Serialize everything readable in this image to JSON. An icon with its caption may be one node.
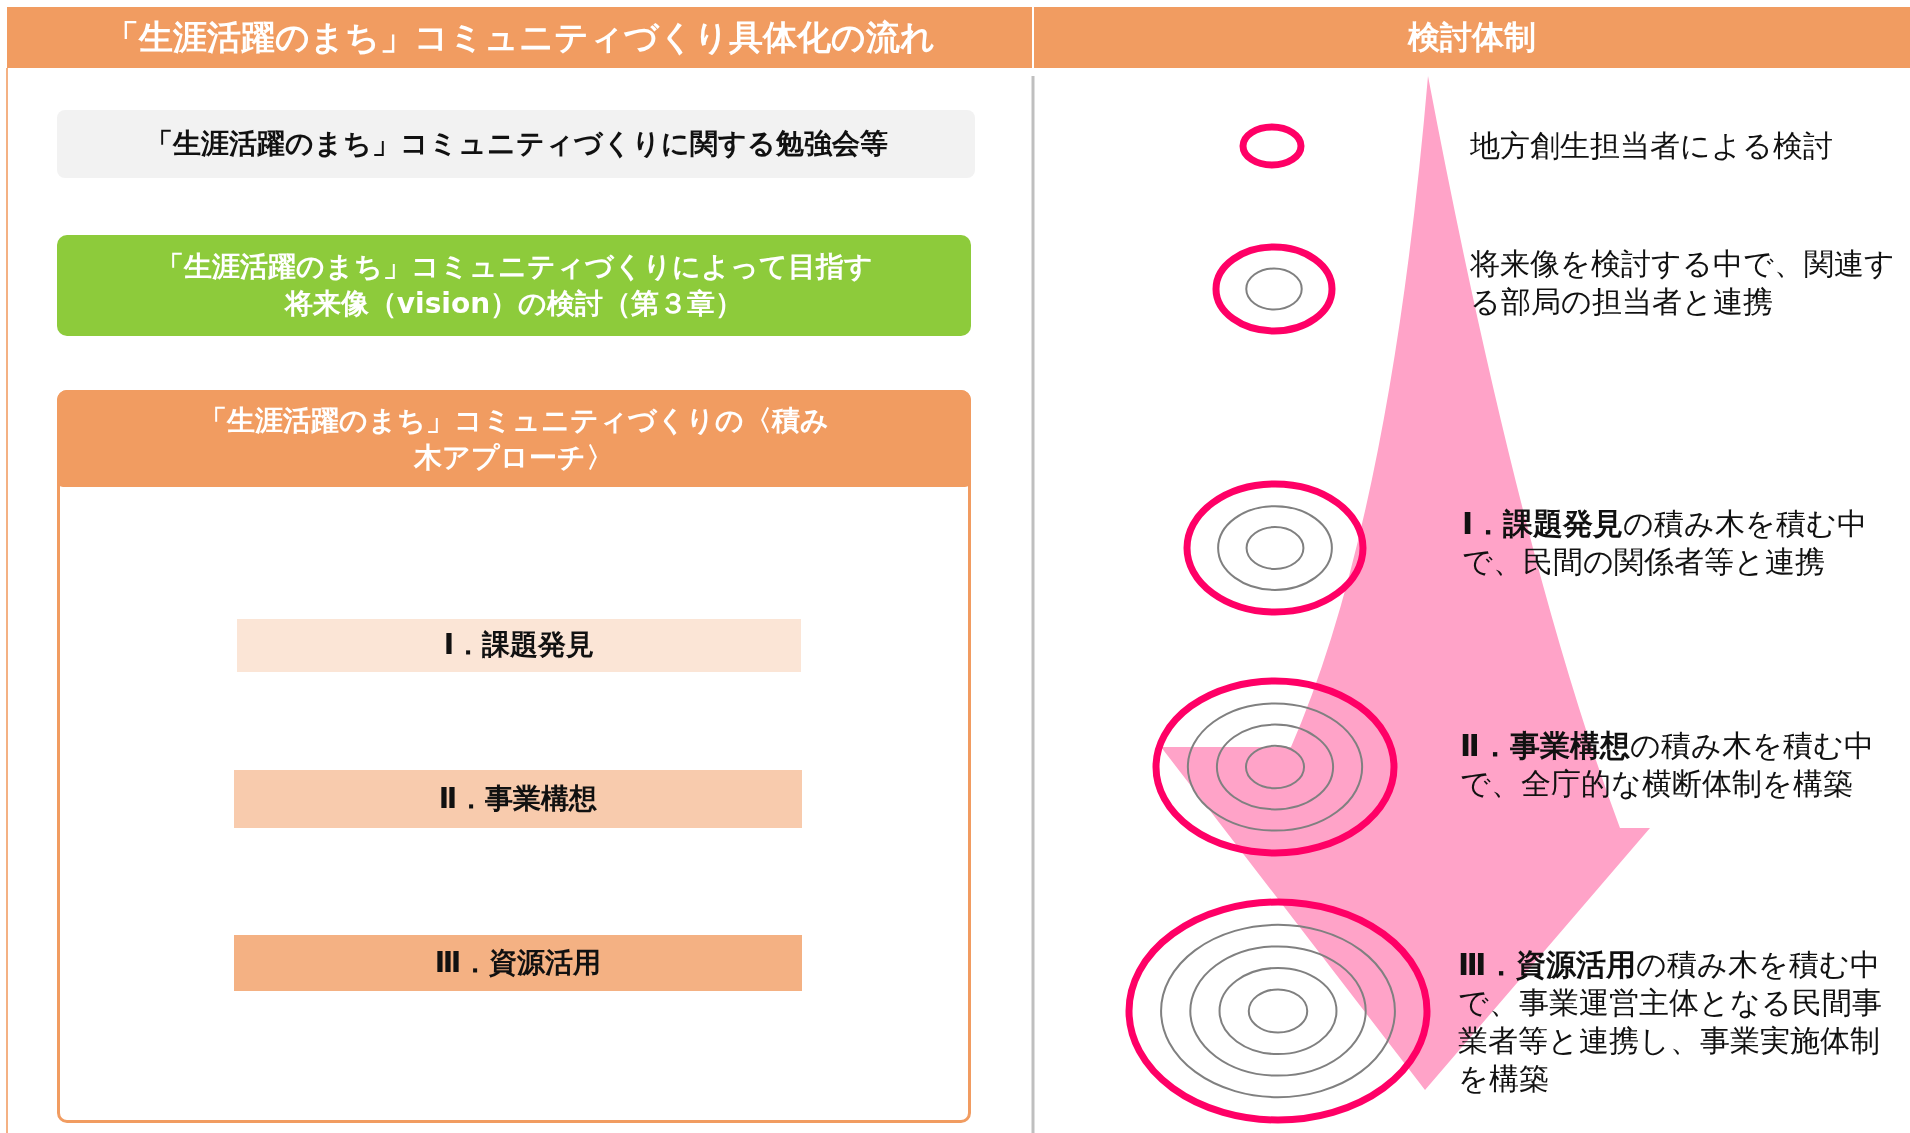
{
  "diagram": {
    "nodes": [
      {
        "text": [
          "「生涯活躍のまち」コミュニティづくり具体化の流れ"
        ]
      },
      {
        "text": [
          "検討体制"
        ]
      },
      {
        "text": [
          "「生涯活躍のまち」コミュニティづくりに関する勉強会等"
        ]
      },
      {
        "text": [
          "「生涯活躍のまち」コミュニティづくりによって目指す将来像（vision）の検討（第３章）"
        ]
      },
      {
        "text": [
          "「生涯活躍のまち」コミュニティづくりの〈積み木アプローチ〉"
        ]
      },
      {
        "text": [
          "Ⅰ．課題発見"
        ],
        "in": 4
      },
      {
        "text": [
          "Ⅱ．事業構想"
        ],
        "in": 4
      },
      {
        "text": [
          "Ⅲ．資源活用"
        ],
        "in": 4
      },
      {
        "text": [],
        "shape": "circle"
      },
      {
        "text": [],
        "shape": "circle"
      },
      {
        "text": [],
        "shape": "circle"
      },
      {
        "text": [],
        "shape": "circle"
      },
      {
        "text": [],
        "shape": "circle"
      }
    ],
    "labels": [
      "地方創生担当者による検討",
      "将来像を検討する中で、関連する部局の担当者と連携",
      "**Ⅰ．課題発見**の積み木を積む中で、民間の関係者等と連携",
      "**Ⅱ．事業構想**の積み木を積む中で、全庁的な横断体制を構築",
      "**Ⅲ．資源活用**の積み木を積む中で、事業運営主体となる民間事業者等と連携し、事業実施体制を構築"
    ]
  }
}
